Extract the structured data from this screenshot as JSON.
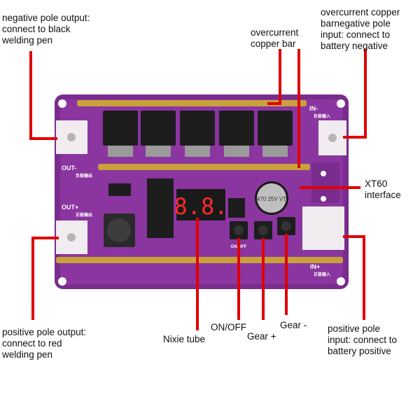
{
  "labels": {
    "neg_output": "negative pole output:\nconnect to black\nwelding pen",
    "overcurrent_bar": "overcurrent\ncopper bar",
    "overcurrent_neg_input": "overcurrent copper\nbarnegative pole\ninput: connect to\nbattery negative",
    "xt60": "XT60\ninterface",
    "pos_output": "positive pole output:\nconnect to red\nwelding pen",
    "nixie": "Nixie tube",
    "onoff": "ON/OFF",
    "gear_plus": "Gear +",
    "gear_minus": "Gear -",
    "pos_input": "positive pole\ninput: connect to\nbattery positive"
  },
  "board_silkscreen": {
    "in_minus": "IN-",
    "in_minus_sub": "负极输入",
    "out_minus": "OUT-",
    "out_minus_sub": "负极输出",
    "out_plus": "OUT+",
    "out_plus_sub": "正极输出",
    "in_plus": "IN+",
    "in_plus_sub": "正极输入",
    "cap_text": "470 25V VT",
    "display_text": "8.8.",
    "button_label": "ON/OFF"
  },
  "colors": {
    "board": "#7a2c8e",
    "callout_line": "#e00000",
    "copper_bar": "#c9a13b",
    "display_digits": "#ff2a2a"
  }
}
